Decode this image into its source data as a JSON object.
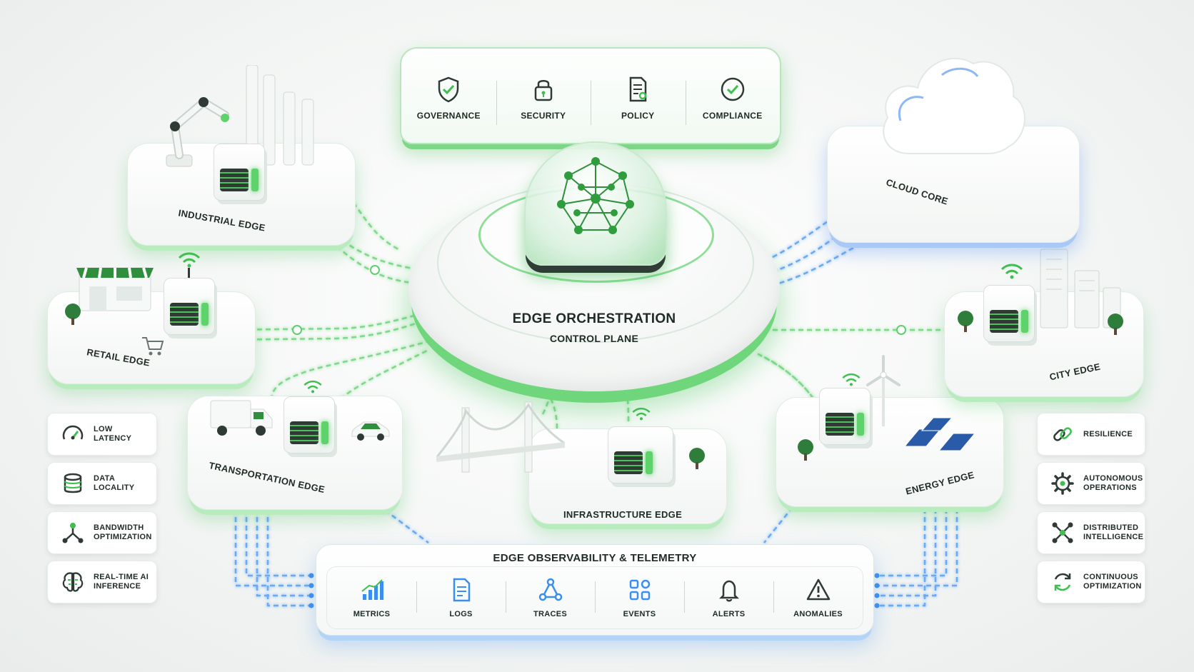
{
  "governance": {
    "items": [
      {
        "label": "Governance",
        "icon": "shield-check-icon"
      },
      {
        "label": "Security",
        "icon": "lock-icon"
      },
      {
        "label": "Policy",
        "icon": "document-icon"
      },
      {
        "label": "Compliance",
        "icon": "check-circle-icon"
      }
    ]
  },
  "hub": {
    "title": "Edge Orchestration",
    "subtitle": "Control Plane"
  },
  "edges": {
    "industrial": "Industrial Edge",
    "retail": "Retail Edge",
    "transportation": "Transportation Edge",
    "infrastructure": "Infrastructure Edge",
    "energy": "Energy Edge",
    "city": "City Edge",
    "cloud": "Cloud Core"
  },
  "features_left": [
    {
      "line1": "Low",
      "line2": "Latency",
      "icon": "speedometer-icon"
    },
    {
      "line1": "Data",
      "line2": "Locality",
      "icon": "database-icon"
    },
    {
      "line1": "Bandwidth",
      "line2": "Optimization",
      "icon": "network-nodes-icon"
    },
    {
      "line1": "Real-Time AI",
      "line2": "Inference",
      "icon": "brain-icon"
    }
  ],
  "features_right": [
    {
      "line1": "Resilience",
      "line2": "",
      "icon": "link-icon"
    },
    {
      "line1": "Autonomous",
      "line2": "Operations",
      "icon": "gear-icon"
    },
    {
      "line1": "Distributed",
      "line2": "Intelligence",
      "icon": "distributed-nodes-icon"
    },
    {
      "line1": "Continuous",
      "line2": "Optimization",
      "icon": "refresh-icon"
    }
  ],
  "telemetry": {
    "title": "Edge Observability & Telemetry",
    "items": [
      {
        "label": "Metrics",
        "icon": "bar-chart-icon"
      },
      {
        "label": "Logs",
        "icon": "log-document-icon"
      },
      {
        "label": "Traces",
        "icon": "trace-nodes-icon"
      },
      {
        "label": "Events",
        "icon": "grid-icon"
      },
      {
        "label": "Alerts",
        "icon": "bell-icon"
      },
      {
        "label": "Anomalies",
        "icon": "warning-icon"
      }
    ]
  },
  "colors": {
    "accent_green": "#3fbf50",
    "accent_blue": "#3a8ef0",
    "dark": "#2f3a35"
  }
}
